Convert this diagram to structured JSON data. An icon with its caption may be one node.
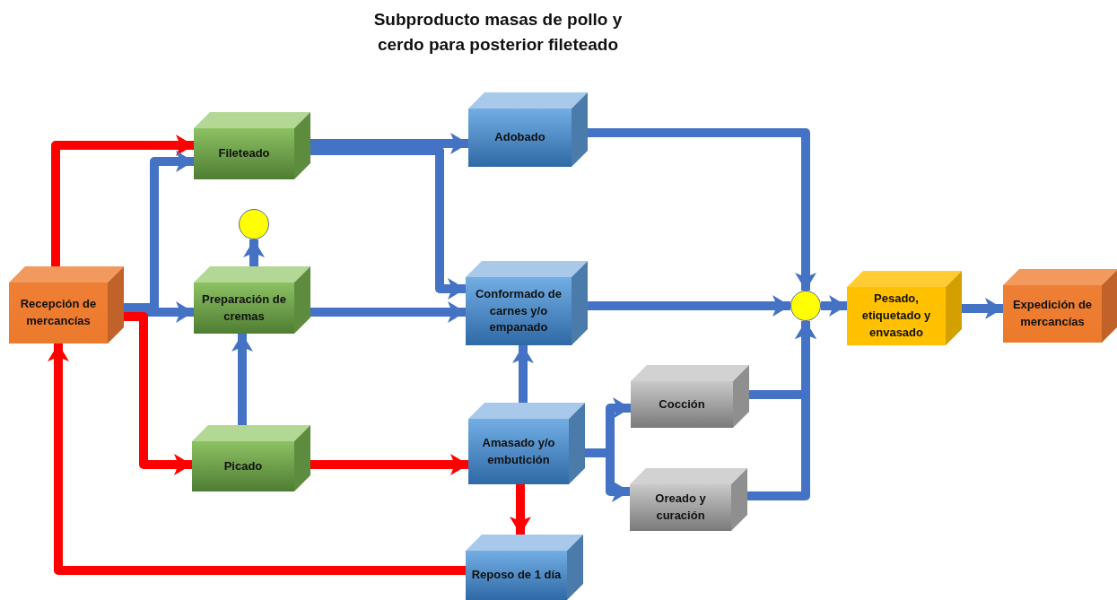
{
  "diagram": {
    "title": "Subproducto masas de pollo y cerdo para posterior fileteado",
    "nodes": [
      {
        "text": [
          "Recepción de mercancías"
        ]
      },
      {
        "text": [
          "Fileteado"
        ]
      },
      {
        "text": [],
        "shape": "circle"
      },
      {
        "text": [
          "Preparación de cremas"
        ]
      },
      {
        "text": [
          "Picado"
        ]
      },
      {
        "text": [
          "Adobado"
        ]
      },
      {
        "text": [
          "Conformado de carnes y/o empanado"
        ]
      },
      {
        "text": [
          "Amasado y/o embutición"
        ]
      },
      {
        "text": [
          "Reposo de 1 día"
        ]
      },
      {
        "text": [
          "Cocción"
        ]
      },
      {
        "text": [
          "Oreado y curación"
        ]
      },
      {
        "text": [],
        "shape": "circle"
      },
      {
        "text": [
          "Pesado, etiquetado y envasado"
        ]
      },
      {
        "text": [
          "Expedición de mercancías"
        ]
      }
    ],
    "edges": [
      {
        "from": 0,
        "to": 1,
        "arrow": "to",
        "color": "#ff0000"
      },
      {
        "from": 0,
        "to": 1,
        "arrow": "to"
      },
      {
        "from": 0,
        "to": 3,
        "arrow": "to"
      },
      {
        "from": 0,
        "to": 4,
        "arrow": "to",
        "color": "#ff0000"
      },
      {
        "from": 1,
        "to": 5,
        "arrow": "to"
      },
      {
        "from": 1,
        "to": 6,
        "arrow": "to"
      },
      {
        "from": 3,
        "to": 2,
        "arrow": "to"
      },
      {
        "from": 4,
        "to": 3,
        "arrow": "to"
      },
      {
        "from": 3,
        "to": 6,
        "arrow": "to"
      },
      {
        "from": 4,
        "to": 7,
        "arrow": "to",
        "color": "#ff0000"
      },
      {
        "from": 7,
        "to": 6,
        "arrow": "to"
      },
      {
        "from": 7,
        "to": 8,
        "arrow": "to",
        "color": "#ff0000"
      },
      {
        "from": 8,
        "to": 0,
        "arrow": "to",
        "color": "#ff0000"
      },
      {
        "from": 7,
        "to": 9,
        "arrow": "to"
      },
      {
        "from": 7,
        "to": 10,
        "arrow": "to"
      },
      {
        "from": 5,
        "to": 11,
        "arrow": "to"
      },
      {
        "from": 6,
        "to": 11,
        "arrow": "to"
      },
      {
        "from": 9,
        "to": 11,
        "arrow": "to"
      },
      {
        "from": 10,
        "to": 11,
        "arrow": "to"
      },
      {
        "from": 11,
        "to": 12,
        "arrow": "to"
      },
      {
        "from": 12,
        "to": 13,
        "arrow": "to"
      }
    ]
  }
}
